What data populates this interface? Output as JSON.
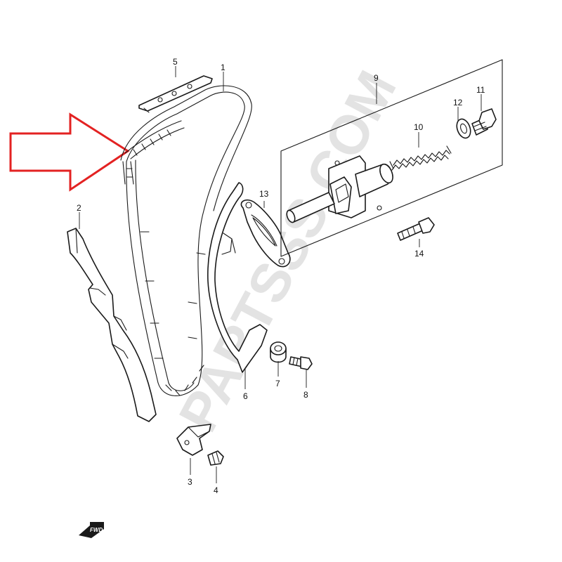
{
  "callouts": {
    "p1": "1",
    "p2": "2",
    "p3": "3",
    "p4": "4",
    "p5": "5",
    "p6": "6",
    "p7": "7",
    "p8": "8",
    "p9": "9",
    "p10": "10",
    "p11": "11",
    "p12": "12",
    "p13": "13",
    "p14": "14"
  },
  "fwd_marker": "FWD",
  "watermark": "PARTSSS.COM",
  "colors": {
    "line": "#1a1a1a",
    "arrow": "#e32222",
    "watermark": "#d8d8d8"
  }
}
